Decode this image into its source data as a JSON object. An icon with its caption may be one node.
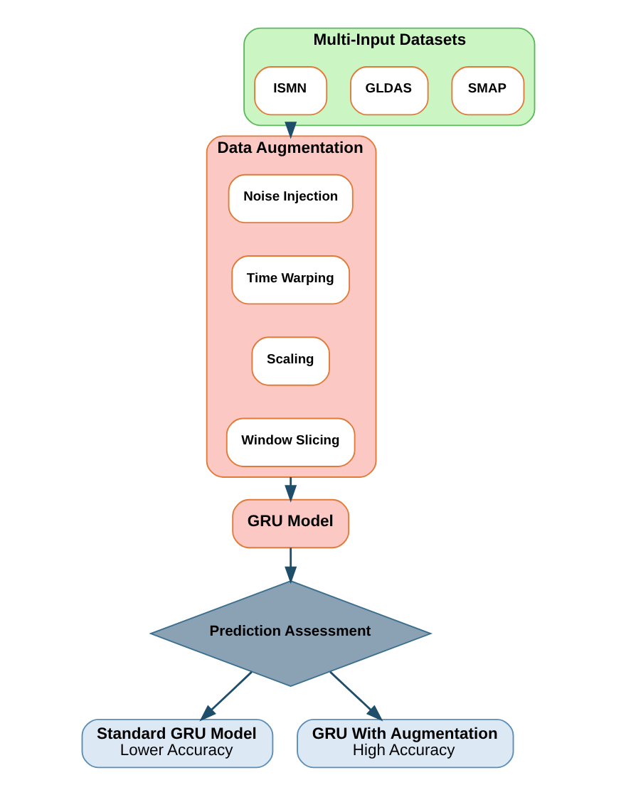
{
  "diagram": {
    "nodes": [
      {
        "text": [
          "Multi-Input Datasets"
        ]
      },
      {
        "text": [
          "SMAP"
        ],
        "in": 0
      },
      {
        "text": [
          "GLDAS"
        ],
        "in": 0
      },
      {
        "text": [
          "ISMN"
        ],
        "in": 0
      },
      {
        "text": [
          "Data Augmentation"
        ]
      },
      {
        "text": [
          "Noise Injection"
        ],
        "in": 4
      },
      {
        "text": [
          "Time Warping"
        ],
        "in": 4
      },
      {
        "text": [
          "Scaling"
        ],
        "in": 4
      },
      {
        "text": [
          "Window Slicing"
        ],
        "in": 4
      },
      {
        "text": [
          "GRU Model"
        ]
      },
      {
        "text": [
          "Prediction Assessment"
        ]
      },
      {
        "text": [
          "Standard GRU Model",
          "Lower Accuracy"
        ]
      },
      {
        "text": [
          "GRU With Augmentation",
          "High Accuracy"
        ]
      }
    ],
    "edges": [
      {
        "from": 0,
        "to": 4,
        "arrow": "to"
      },
      {
        "from": 4,
        "to": 9,
        "arrow": "to"
      },
      {
        "from": 9,
        "to": 10,
        "arrow": "to"
      },
      {
        "from": 10,
        "to": 11,
        "arrow": "to"
      },
      {
        "from": 10,
        "to": 12,
        "arrow": "to"
      }
    ]
  }
}
